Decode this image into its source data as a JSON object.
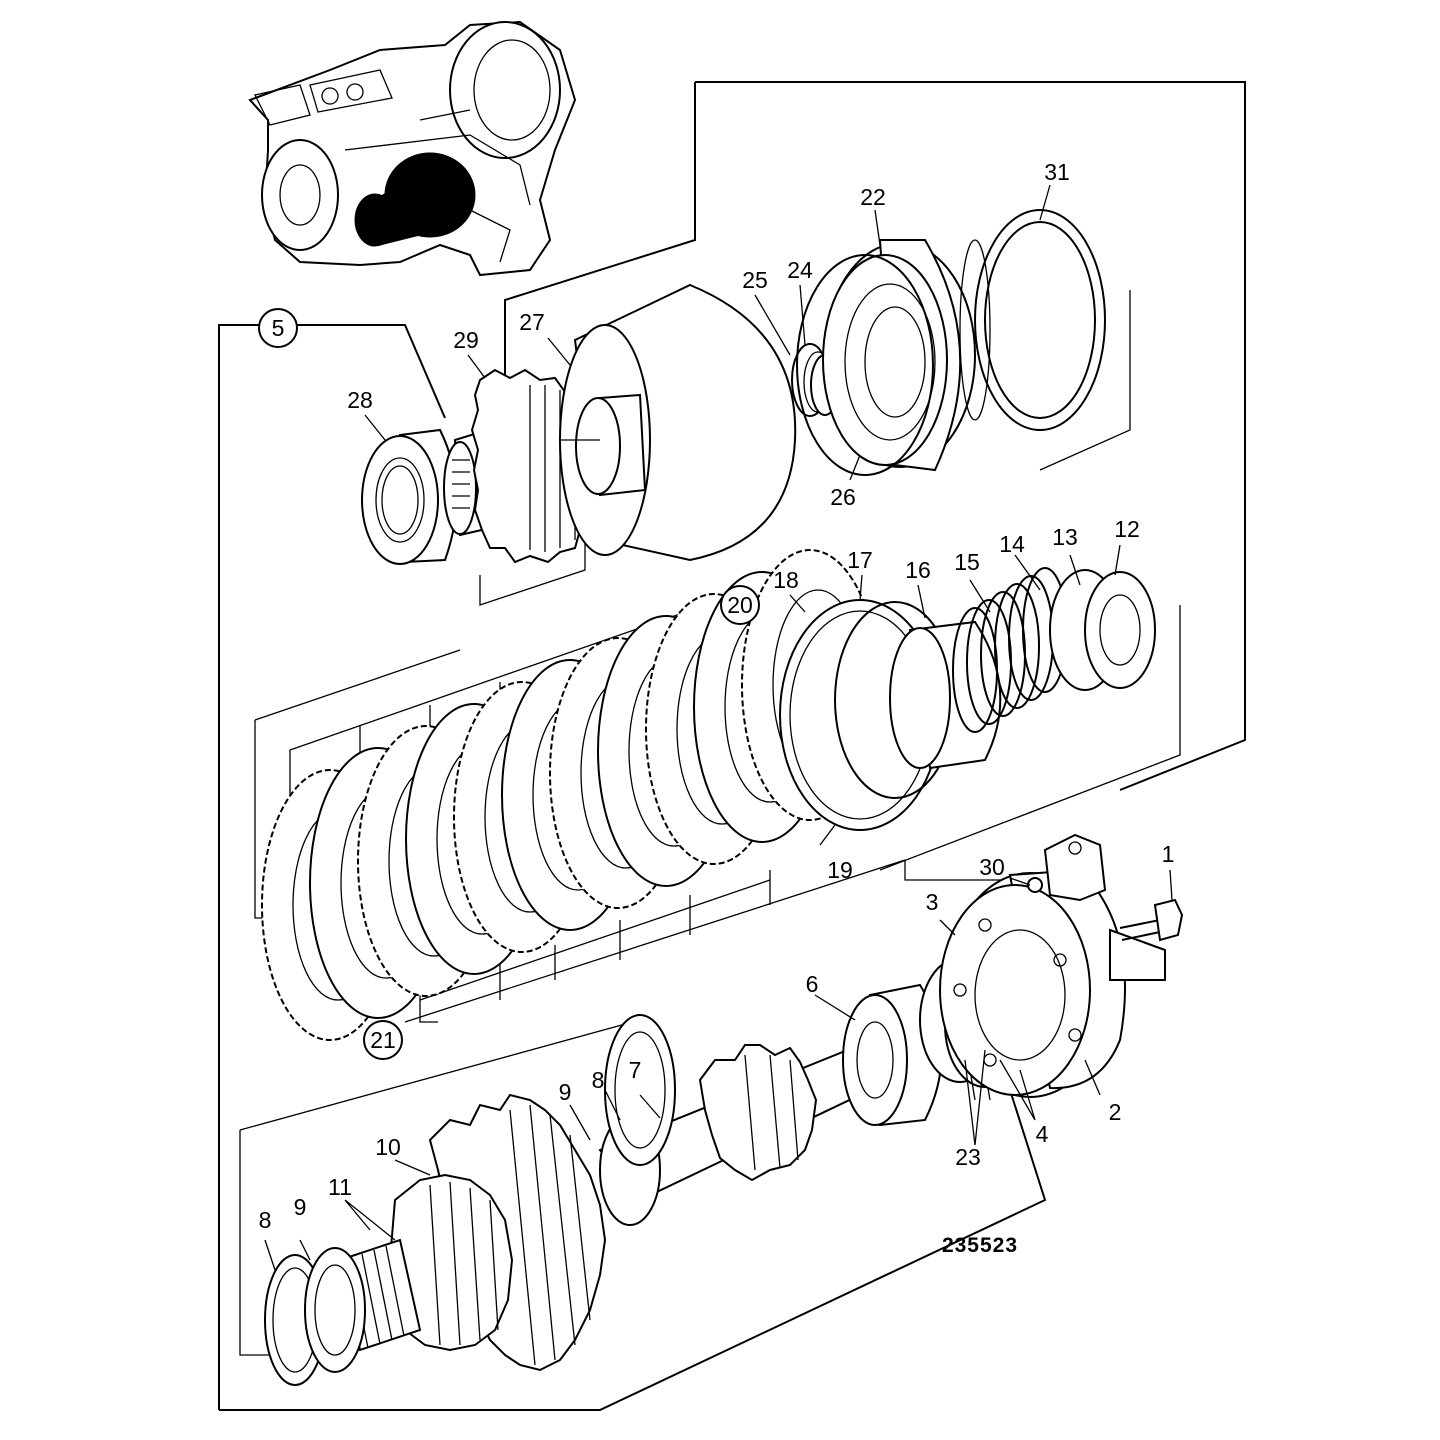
{
  "callouts": {
    "c1": "1",
    "c2": "2",
    "c3": "3",
    "c4": "4",
    "c5": "5",
    "c6": "6",
    "c7": "7",
    "c8a": "8",
    "c8b": "8",
    "c9a": "9",
    "c9b": "9",
    "c10": "10",
    "c11": "11",
    "c12": "12",
    "c13": "13",
    "c14": "14",
    "c15": "15",
    "c16": "16",
    "c17": "17",
    "c18": "18",
    "c19": "19",
    "c20": "20",
    "c21": "21",
    "c22": "22",
    "c23": "23",
    "c24": "24",
    "c25": "25",
    "c26": "26",
    "c27": "27",
    "c28": "28",
    "c29": "29",
    "c30": "30",
    "c31": "31"
  },
  "reference_number": "235523"
}
